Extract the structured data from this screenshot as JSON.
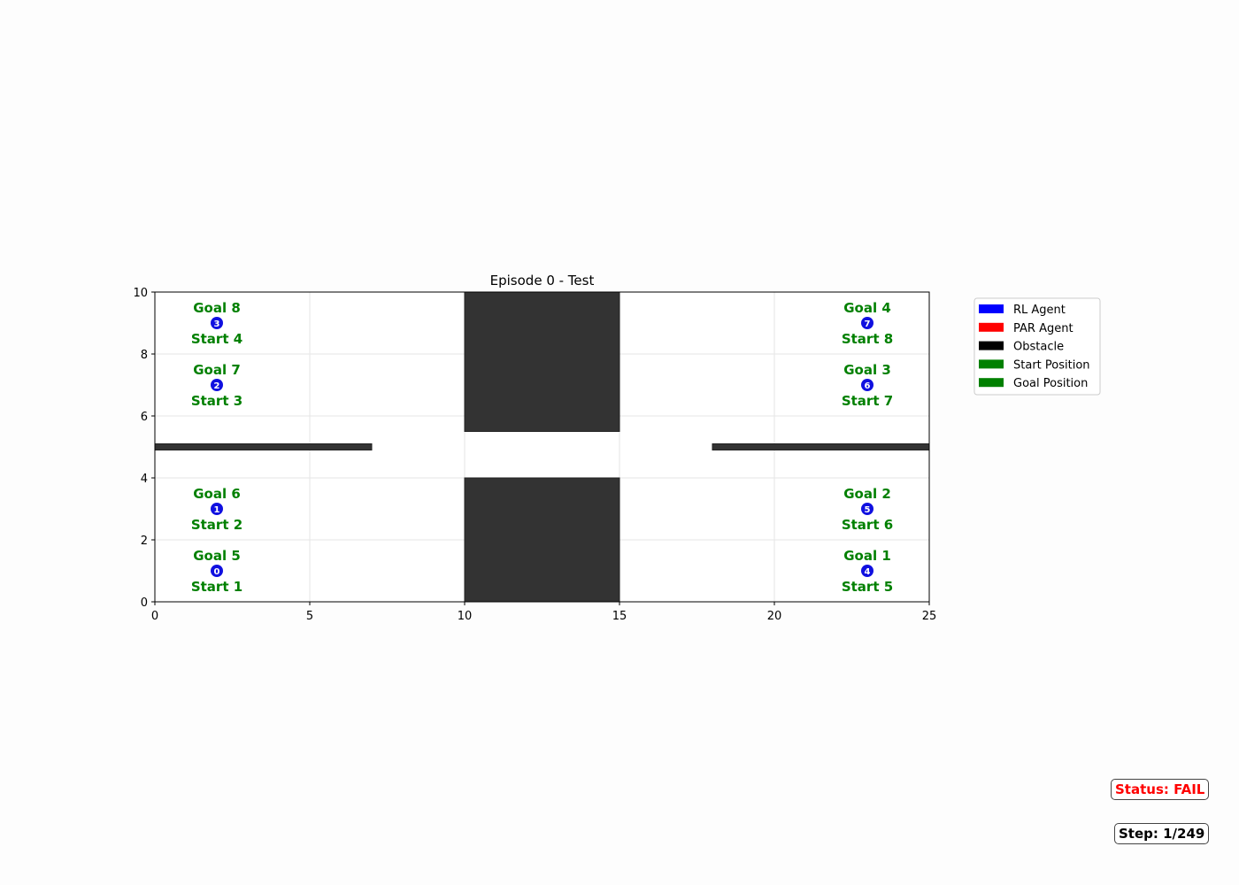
{
  "chart_data": {
    "type": "scatter",
    "title": "Episode 0 - Test",
    "xlim": [
      0,
      25
    ],
    "ylim": [
      0,
      10
    ],
    "xticks": [
      0,
      5,
      10,
      15,
      20,
      25
    ],
    "yticks": [
      0,
      2,
      4,
      6,
      8,
      10
    ],
    "grid": true,
    "legend_placement": "outside-right",
    "legend": [
      {
        "label": "RL Agent",
        "color": "#0000ff"
      },
      {
        "label": "PAR Agent",
        "color": "#ff0000"
      },
      {
        "label": "Obstacle",
        "color": "#000000"
      },
      {
        "label": "Start Position",
        "color": "#008000"
      },
      {
        "label": "Goal Position",
        "color": "#008000"
      }
    ],
    "obstacles": [
      {
        "x": [
          10,
          15
        ],
        "y": [
          5.5,
          10
        ]
      },
      {
        "x": [
          10,
          15
        ],
        "y": [
          0,
          4
        ]
      },
      {
        "x": [
          0,
          7
        ],
        "y": [
          4.9,
          5.1
        ]
      },
      {
        "x": [
          18,
          25
        ],
        "y": [
          4.9,
          5.1
        ]
      }
    ],
    "agents": [
      {
        "id": "0",
        "x": 2,
        "y": 1,
        "goal": "Goal 5",
        "start": "Start 1"
      },
      {
        "id": "1",
        "x": 2,
        "y": 3,
        "goal": "Goal 6",
        "start": "Start 2"
      },
      {
        "id": "2",
        "x": 2,
        "y": 7,
        "goal": "Goal 7",
        "start": "Start 3"
      },
      {
        "id": "3",
        "x": 2,
        "y": 9,
        "goal": "Goal 8",
        "start": "Start 4"
      },
      {
        "id": "4",
        "x": 23,
        "y": 1,
        "goal": "Goal 1",
        "start": "Start 5"
      },
      {
        "id": "5",
        "x": 23,
        "y": 3,
        "goal": "Goal 2",
        "start": "Start 6"
      },
      {
        "id": "6",
        "x": 23,
        "y": 7,
        "goal": "Goal 3",
        "start": "Start 7"
      },
      {
        "id": "7",
        "x": 23,
        "y": 9,
        "goal": "Goal 4",
        "start": "Start 8"
      }
    ],
    "agent_color": "#1010e0",
    "obstacle_color": "#333333"
  },
  "status": {
    "text": "Status: FAIL",
    "color": "#ff0000"
  },
  "step": {
    "text": "Step: 1/249"
  }
}
